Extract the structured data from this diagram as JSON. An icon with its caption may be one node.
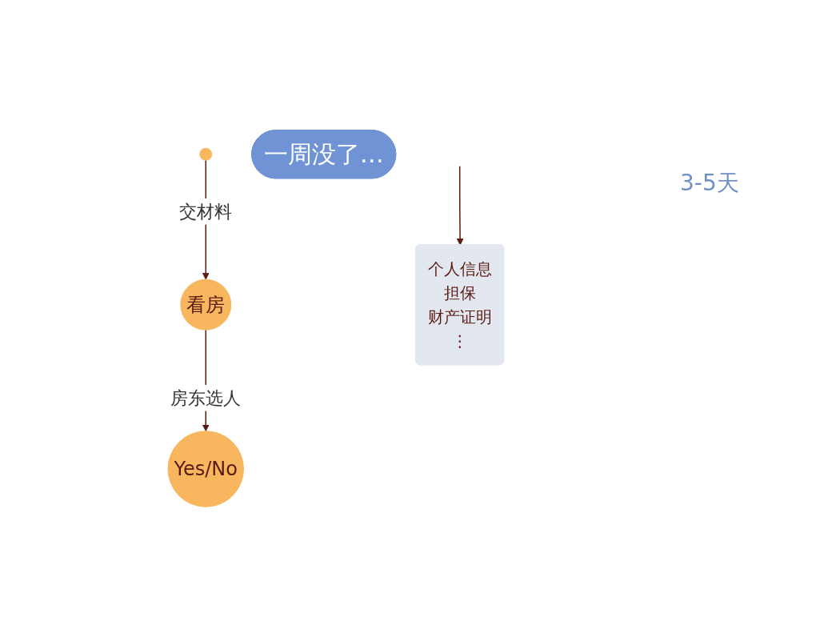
{
  "diagram": {
    "nodes": [
      {
        "text": [],
        "shape": "circle"
      },
      {
        "text": [
          "看房"
        ]
      },
      {
        "text": [
          "Yes/No"
        ]
      },
      {
        "text": [
          "个人信息",
          "担保",
          "财产证明",
          "⋮"
        ]
      },
      {
        "text": [
          "一周没了…"
        ]
      }
    ],
    "edges": [
      {
        "from": 0,
        "to": 1,
        "label": "交材料",
        "arrow": "to"
      },
      {
        "from": 1,
        "to": 2,
        "label": "房东选人",
        "arrow": "to"
      },
      {
        "from": null,
        "to": 3,
        "arrow": "to"
      }
    ],
    "labels": [
      "3-5天"
    ]
  }
}
